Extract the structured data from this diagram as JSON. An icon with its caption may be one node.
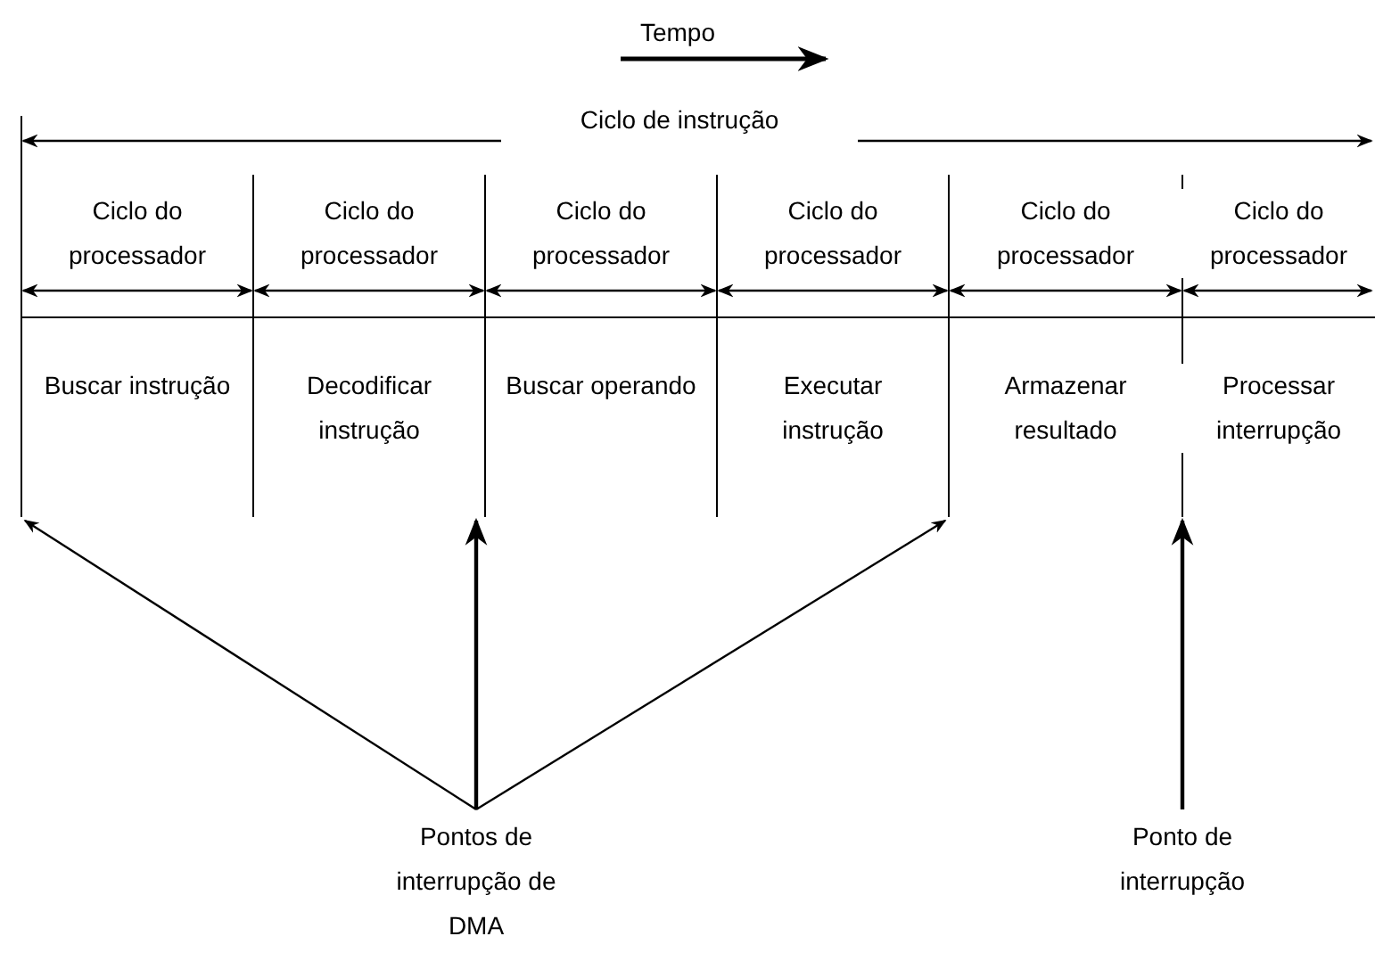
{
  "diagram": {
    "nodes": [
      {
        "text": [
          "Pontos de interrupção de DMA"
        ]
      },
      {
        "text": [
          "Ponto de interrupção"
        ]
      }
    ],
    "edges": [
      {
        "from": 0,
        "to": null,
        "arrow": "to"
      },
      {
        "from": 0,
        "to": null,
        "arrow": "to"
      },
      {
        "from": 0,
        "to": null,
        "arrow": "to"
      },
      {
        "from": 1,
        "to": null,
        "arrow": "to"
      }
    ],
    "labels": [
      "Tempo",
      "Ciclo de instrução",
      "Ciclo do processador",
      "Ciclo do processador",
      "Ciclo do processador",
      "Ciclo do processador",
      "Ciclo do processador",
      "Ciclo do processador",
      "Buscar instrução",
      "Decodificar instrução",
      "Buscar operando",
      "Executar instrução",
      "Armazenar resultado",
      "Processar interrupção"
    ]
  }
}
